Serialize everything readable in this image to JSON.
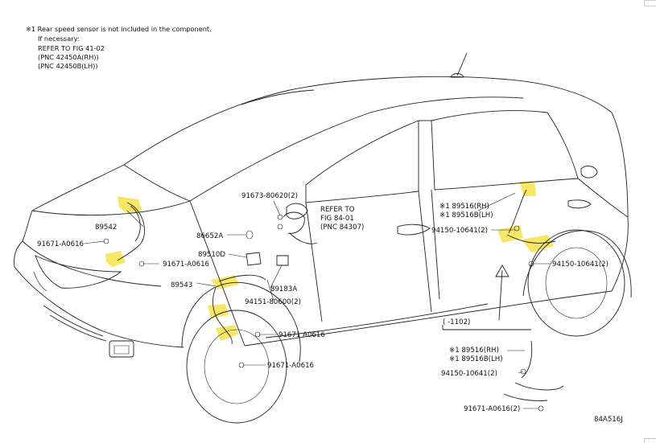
{
  "notes": {
    "line1": "※1 Rear speed sensor is not included in the component.",
    "line2": "If necessary:",
    "line3": "REFER TO FIG 41-02",
    "line4": "(PNC 42450A(RH))",
    "line5": "(PNC 42450B(LH))"
  },
  "labels": {
    "p89542": "89542",
    "p91671_a0616_left": "91671-A0616",
    "p91671_a0616_mid": "91671-A0616",
    "p89543": "89543",
    "p91673": "91673-80620(2)",
    "refer1": "REFER TO",
    "refer2": "FIG 84-01",
    "refer3": "(PNC 84307)",
    "p86652a": "86652A",
    "p89510d": "89510D",
    "p89183a": "89183A",
    "p94151": "94151-80600(2)",
    "p91671_a0616_front": "91671 A0616",
    "p91671_a0616_low": "91671-A0616",
    "p89516_rh": "※1 89516(RH)",
    "p89516b_lh": "※1 89516B(LH)",
    "p94150_a": "94150-10641(2)",
    "p94150_b": "94150-10641(2)",
    "detail_range": "(     -1102)",
    "d_89516_rh": "※1 89516(RH)",
    "d_89516b_lh": "※1 89516B(LH)",
    "d_94150": "94150-10641(2)",
    "d_91671": "91671-A0616(2)",
    "figure_code": "84A516J"
  },
  "colors": {
    "highlight": "#f7e24a",
    "line": "#222222"
  },
  "icons": {
    "wheel": "wheel-icon",
    "antenna": "antenna-icon"
  }
}
